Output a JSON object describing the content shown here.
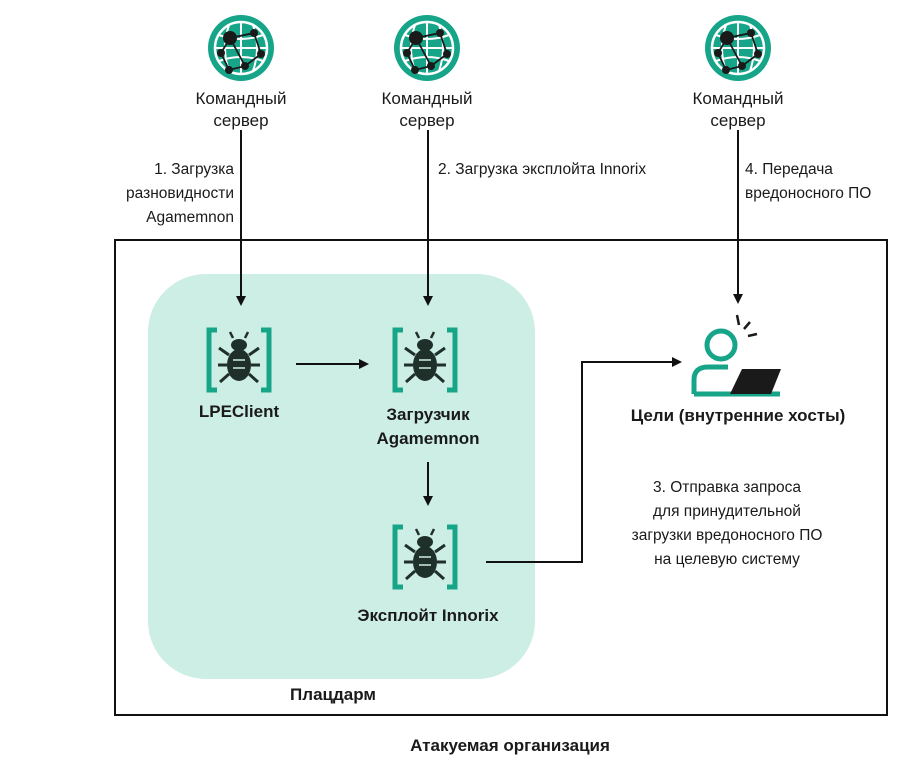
{
  "colors": {
    "accent": "#17a58a",
    "foothold_fill": "#cdeee4",
    "bug": "#1f2f2a",
    "line": "#111111"
  },
  "servers": [
    {
      "label_line1": "Командный",
      "label_line2": "сервер",
      "icon": "globe-network-icon"
    },
    {
      "label_line1": "Командный",
      "label_line2": "сервер",
      "icon": "globe-network-icon"
    },
    {
      "label_line1": "Командный",
      "label_line2": "сервер",
      "icon": "globe-network-icon"
    }
  ],
  "steps": {
    "step1": [
      "1. Загрузка",
      "разновидности",
      "Agamemnon"
    ],
    "step2": "2. Загрузка эксплойта Innorix",
    "step3": [
      "3. Отправка запроса",
      "для принудительной",
      "загрузки вредоносного ПО",
      "на целевую систему"
    ],
    "step4": [
      "4. Передача",
      "вредоносного ПО"
    ]
  },
  "nodes": {
    "lpeclient": "LPEClient",
    "loader": [
      "Загрузчик",
      "Agamemnon"
    ],
    "exploit": "Эксплойт Innorix",
    "targets": "Цели (внутренние хосты)"
  },
  "zones": {
    "foothold": "Плацдарм",
    "organization": "Атакуемая организация"
  }
}
